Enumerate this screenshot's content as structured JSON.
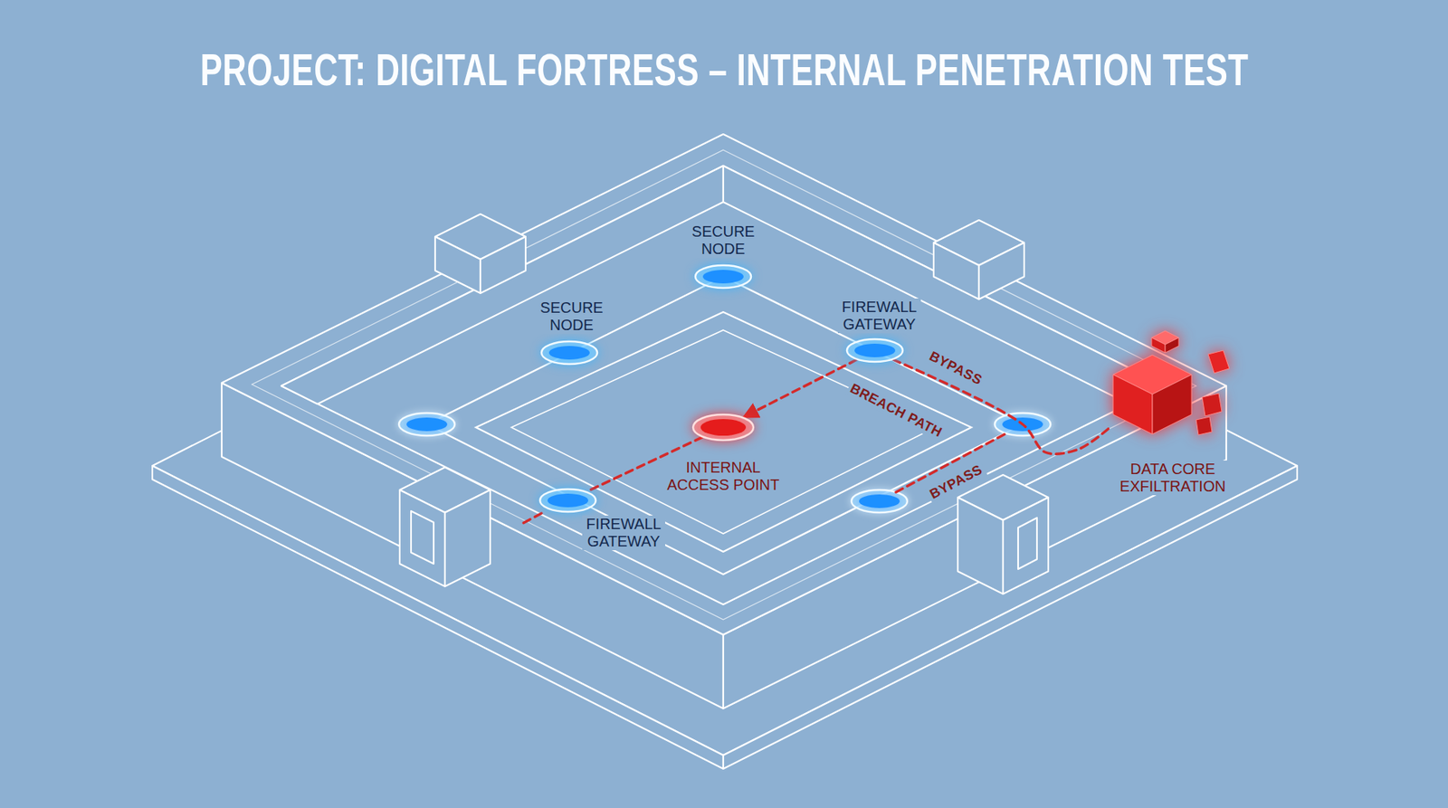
{
  "diagram": {
    "title": "PROJECT: DIGITAL FORTRESS – INTERNAL PENETRATION TEST",
    "nodes": [
      {
        "text": [
          "SECURE NODE"
        ]
      },
      {
        "text": [
          "SECURE NODE"
        ]
      },
      {
        "text": [
          "FIREWALL GATEWAY"
        ]
      },
      {
        "text": [
          "INTERNAL ACCESS POINT"
        ]
      },
      {
        "text": [
          "DATA CORE EXFILTRATION"
        ]
      },
      {
        "text": [
          "FIREWALL GATEWAY"
        ]
      }
    ],
    "edges": [
      {
        "from": 2,
        "to": 3,
        "label": "BREACH PATH",
        "arrow": "to"
      },
      {
        "from": 3,
        "to": 5,
        "arrow": "none"
      },
      {
        "from": 2,
        "to": 4,
        "label": "BYPASS",
        "arrow": "none"
      }
    ],
    "labels": [
      "BYPASS"
    ]
  }
}
